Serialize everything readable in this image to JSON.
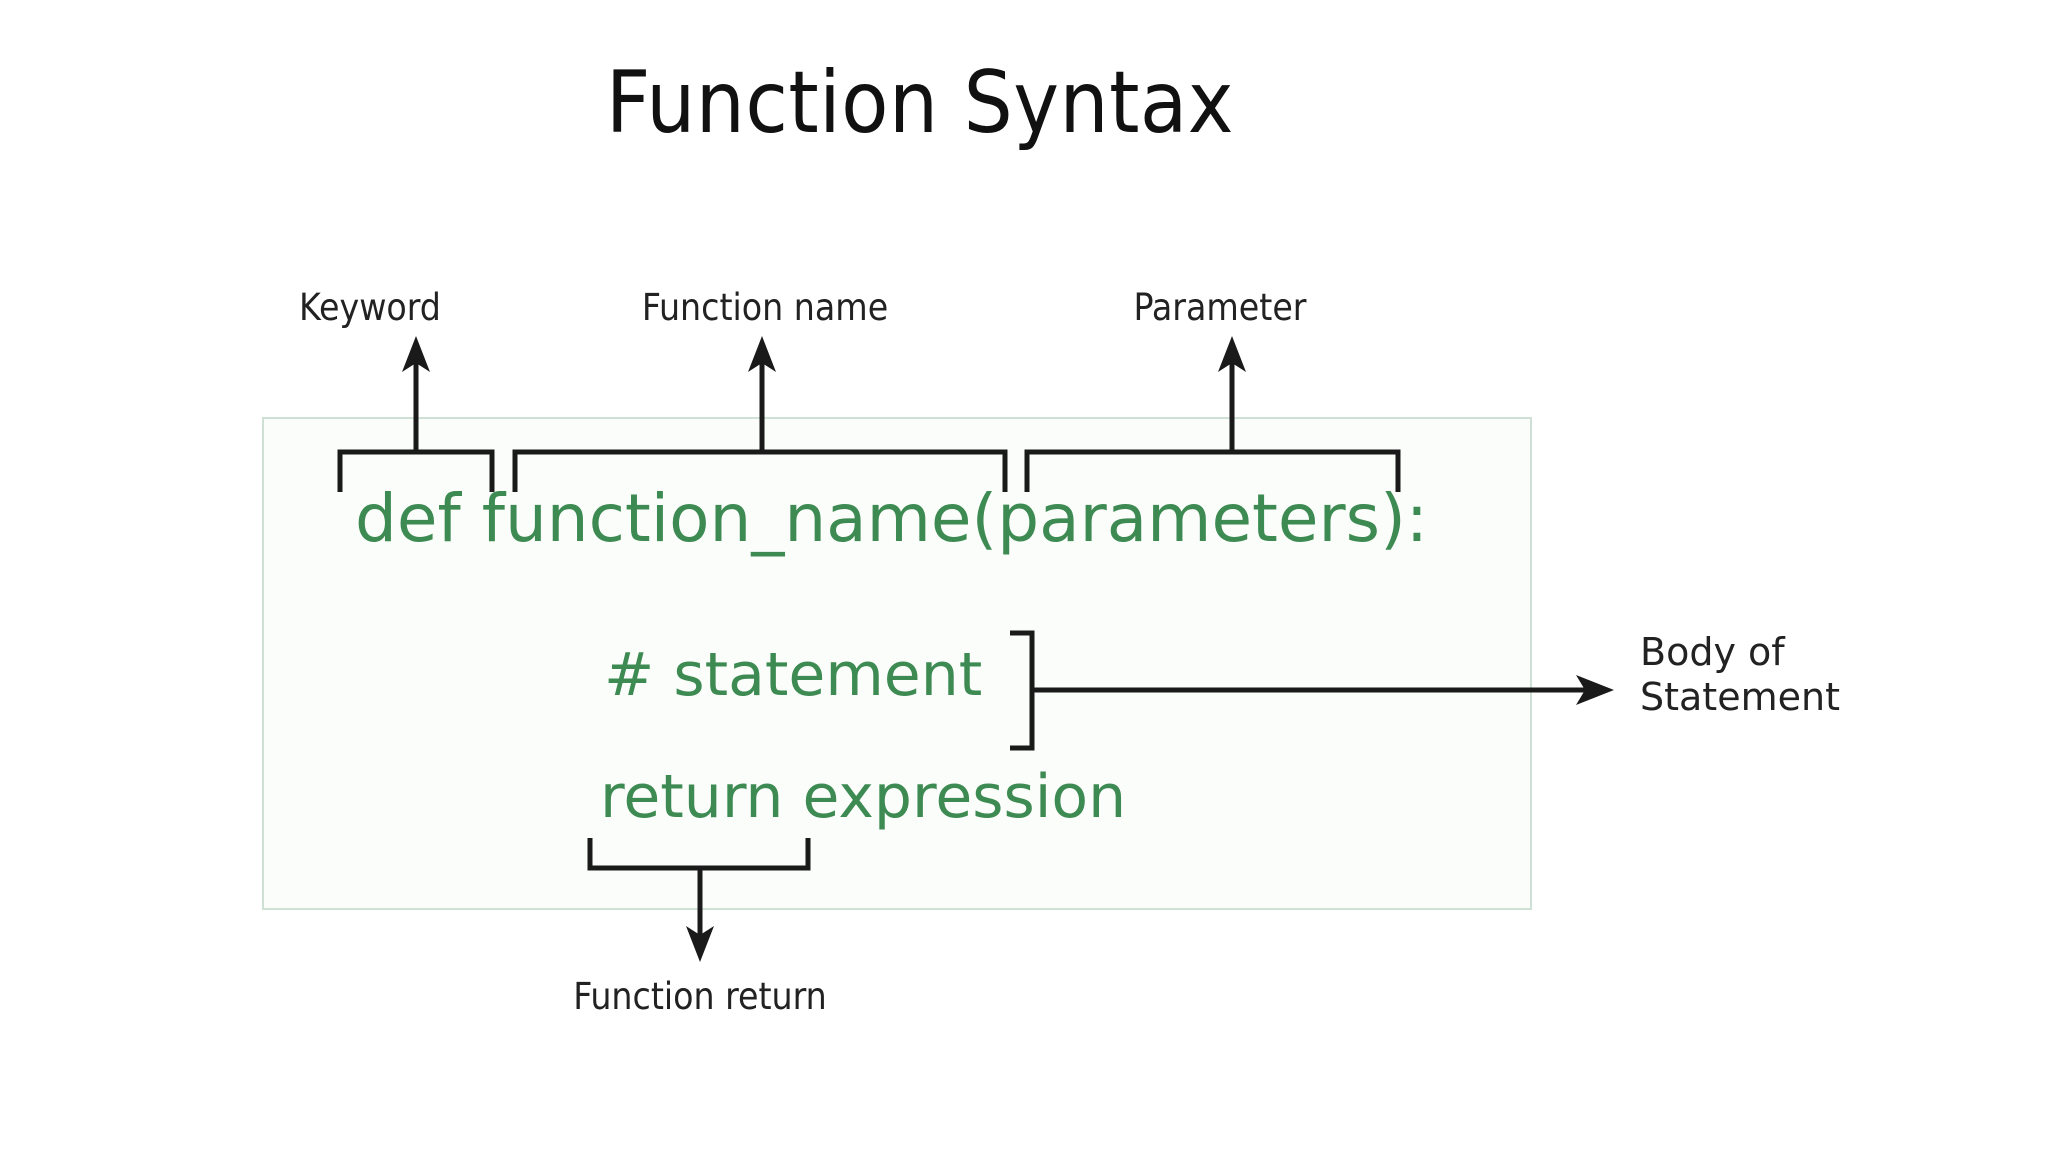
{
  "slide": {
    "title": "Function Syntax",
    "background_color": "#ffffff"
  },
  "code_panel": {
    "background_color": "#fbfdfb",
    "border_color": "#cfe0d4",
    "code_color": "#3d8b52",
    "lines": [
      {
        "id": "signature",
        "text": "def function_name(parameters):"
      },
      {
        "id": "statement",
        "text": "# statement"
      },
      {
        "id": "return",
        "text": "return expression"
      }
    ],
    "tokens": {
      "keyword": "def",
      "function_name": "function_name",
      "parameters": "(parameters):",
      "statement": "# statement",
      "return": "return expression"
    }
  },
  "annotations": {
    "keyword": {
      "label": "Keyword",
      "points_to": "def",
      "arrow": "up"
    },
    "function_name": {
      "label": "Function name",
      "points_to": "function_name",
      "arrow": "up"
    },
    "parameter": {
      "label": "Parameter",
      "points_to": "(parameters):",
      "arrow": "up"
    },
    "body_of_statement": {
      "label": "Body of\nStatement",
      "points_to": "# statement",
      "arrow": "right"
    },
    "function_return": {
      "label": "Function return",
      "points_to": "return",
      "arrow": "down"
    }
  },
  "colors": {
    "code_green": "#3d8b52",
    "connector_black": "#1a1a1a",
    "panel_border": "#cfe0d4",
    "text_dark": "#222222"
  }
}
